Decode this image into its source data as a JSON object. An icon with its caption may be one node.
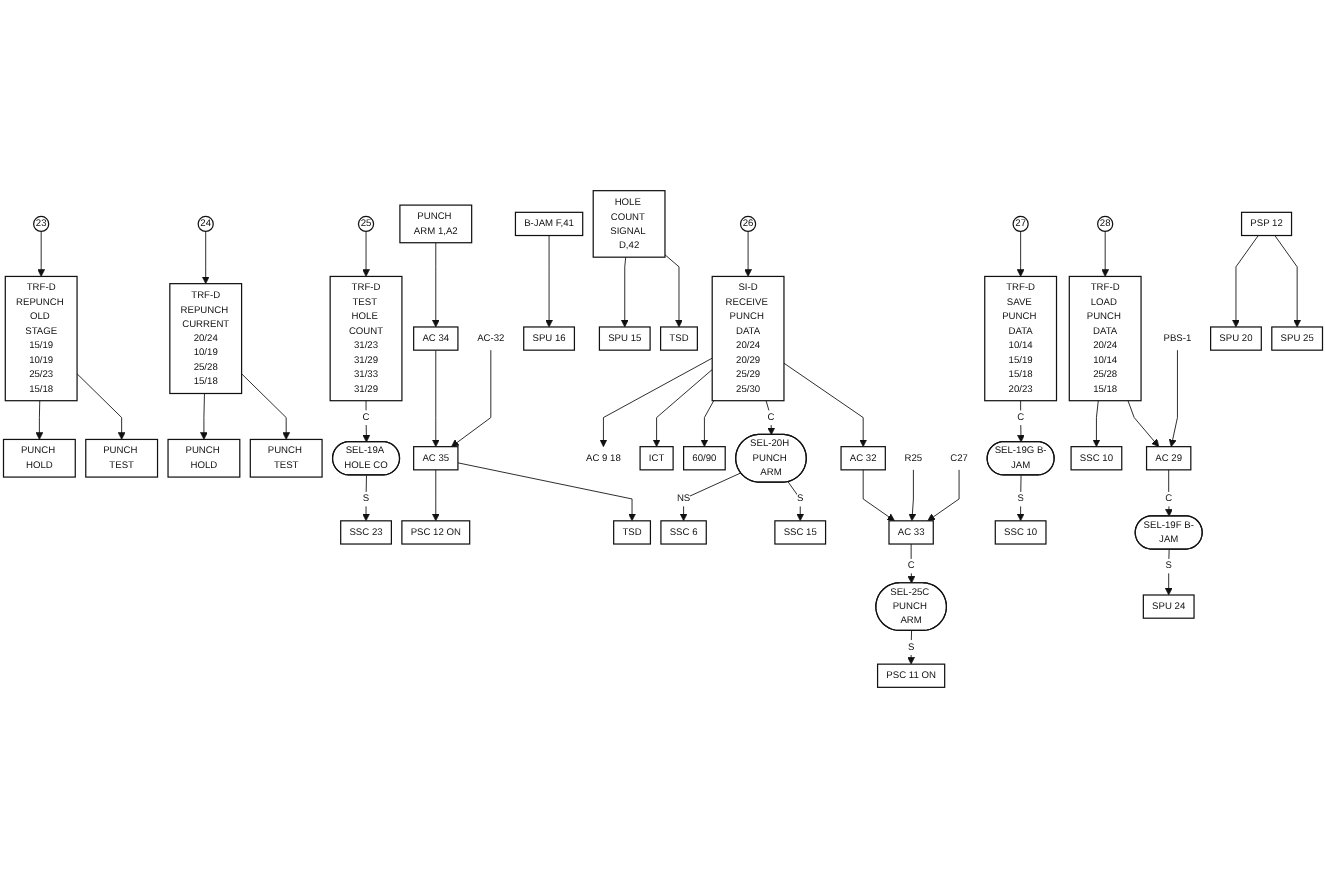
{
  "diagram": {
    "nodes": [
      {
        "text": [
          "23"
        ]
      },
      {
        "text": [
          "TRF-D",
          "REPUNCH OLD STAGE",
          "15/19",
          "10/19",
          "25/23",
          "15/18"
        ]
      },
      {
        "text": [
          "PUNCH HOLD"
        ]
      },
      {
        "text": [
          "PUNCH TEST"
        ]
      },
      {
        "text": [
          "24"
        ]
      },
      {
        "text": [
          "TRF-D",
          "REPUNCH CURRENT",
          "20/24",
          "10/19",
          "25/28",
          "15/18"
        ]
      },
      {
        "text": [
          "PUNCH HOLD"
        ]
      },
      {
        "text": [
          "PUNCH TEST"
        ]
      },
      {
        "text": [
          "25"
        ]
      },
      {
        "text": [
          "TRF-D",
          "TEST HOLE COUNT",
          "31/23",
          "31/29",
          "31/33",
          "31/29"
        ]
      },
      {
        "text": [
          "SEL-19A HOLE CO"
        ]
      },
      {
        "text": [
          "SSC 23"
        ]
      },
      {
        "text": [
          "PUNCH ARM 1,A2"
        ]
      },
      {
        "text": [
          "AC 34"
        ]
      },
      {
        "text": [
          "AC-32"
        ]
      },
      {
        "text": [
          "AC 35"
        ]
      },
      {
        "text": [
          "PSC 12 ON"
        ]
      },
      {
        "text": [
          "TSD"
        ]
      },
      {
        "text": [
          "B-JAM F,41"
        ]
      },
      {
        "text": [
          "SPU 16"
        ]
      },
      {
        "text": [
          "HOLE COUNT SIGNAL D,42"
        ]
      },
      {
        "text": [
          "SPU 15"
        ]
      },
      {
        "text": [
          "TSD"
        ]
      },
      {
        "text": [
          "26"
        ]
      },
      {
        "text": [
          "SI-D",
          "RECEIVE PUNCH DATA",
          "20/24",
          "20/29",
          "25/29",
          "25/30"
        ]
      },
      {
        "text": [
          "AC 9 18"
        ]
      },
      {
        "text": [
          "ICT"
        ]
      },
      {
        "text": [
          "60/90"
        ]
      },
      {
        "text": [
          "AC 32"
        ]
      },
      {
        "text": [
          "SEL-20H PUNCH ARM"
        ]
      },
      {
        "text": [
          "SSC 6"
        ]
      },
      {
        "text": [
          "SSC 15"
        ]
      },
      {
        "text": [
          "R25"
        ]
      },
      {
        "text": [
          "C27"
        ]
      },
      {
        "text": [
          "AC 33"
        ]
      },
      {
        "text": [
          "SEL-25C PUNCH ARM"
        ]
      },
      {
        "text": [
          "PSC 11 ON"
        ]
      },
      {
        "text": [
          "27"
        ]
      },
      {
        "text": [
          "TRF-D",
          "SAVE PUNCH DATA",
          "10/14",
          "15/19",
          "15/18",
          "20/23"
        ]
      },
      {
        "text": [
          "SEL-19G B-JAM"
        ]
      },
      {
        "text": [
          "SSC 10"
        ]
      },
      {
        "text": [
          "28"
        ]
      },
      {
        "text": [
          "TRF-D",
          "LOAD PUNCH DATA",
          "20/24",
          "10/14",
          "25/28",
          "15/18"
        ]
      },
      {
        "text": [
          "SSC 10"
        ]
      },
      {
        "text": [
          "PBS-1"
        ]
      },
      {
        "text": [
          "AC 29"
        ]
      },
      {
        "text": [
          "SEL-19F B-JAM"
        ]
      },
      {
        "text": [
          "SPU 24"
        ]
      },
      {
        "text": [
          "PSP 12"
        ]
      },
      {
        "text": [
          "SPU 20"
        ]
      },
      {
        "text": [
          "SPU 25"
        ]
      }
    ],
    "edges": [
      {
        "from": 0,
        "to": 1,
        "arrow": "to"
      },
      {
        "from": 1,
        "to": 2,
        "arrow": "to"
      },
      {
        "from": 1,
        "to": 3,
        "arrow": "to"
      },
      {
        "from": 4,
        "to": 5,
        "arrow": "to"
      },
      {
        "from": 5,
        "to": 6,
        "arrow": "to"
      },
      {
        "from": 5,
        "to": 7,
        "arrow": "to"
      },
      {
        "from": 8,
        "to": 9,
        "arrow": "to"
      },
      {
        "from": 9,
        "to": 10,
        "arrow": "to",
        "label": "C"
      },
      {
        "from": 10,
        "to": 11,
        "arrow": "to",
        "label": "S"
      },
      {
        "from": 12,
        "to": 13,
        "arrow": "to"
      },
      {
        "from": 13,
        "to": 15,
        "arrow": "to"
      },
      {
        "from": 14,
        "to": 15,
        "arrow": "to"
      },
      {
        "from": 15,
        "to": 16,
        "arrow": "to"
      },
      {
        "from": 15,
        "to": 17,
        "arrow": "to"
      },
      {
        "from": 18,
        "to": 19,
        "arrow": "to"
      },
      {
        "from": 20,
        "to": 21,
        "arrow": "to"
      },
      {
        "from": 20,
        "to": 22,
        "arrow": "to"
      },
      {
        "from": 23,
        "to": 24,
        "arrow": "to"
      },
      {
        "from": 24,
        "to": 25,
        "arrow": "to"
      },
      {
        "from": 24,
        "to": 26,
        "arrow": "to"
      },
      {
        "from": 24,
        "to": 27,
        "arrow": "to"
      },
      {
        "from": 24,
        "to": 28,
        "arrow": "to"
      },
      {
        "from": 24,
        "to": 29,
        "arrow": "to",
        "label": "C"
      },
      {
        "from": 29,
        "to": 30,
        "arrow": "to",
        "label": "NS"
      },
      {
        "from": 29,
        "to": 31,
        "arrow": "to",
        "label": "S"
      },
      {
        "from": 28,
        "to": 34,
        "arrow": "to"
      },
      {
        "from": 32,
        "to": 34,
        "arrow": "to"
      },
      {
        "from": 33,
        "to": 34,
        "arrow": "to"
      },
      {
        "from": 34,
        "to": 35,
        "arrow": "to",
        "label": "C"
      },
      {
        "from": 35,
        "to": 36,
        "arrow": "to",
        "label": "S"
      },
      {
        "from": 37,
        "to": 38,
        "arrow": "to"
      },
      {
        "from": 38,
        "to": 39,
        "arrow": "to",
        "label": "C"
      },
      {
        "from": 39,
        "to": 40,
        "arrow": "to",
        "label": "S"
      },
      {
        "from": 41,
        "to": 42,
        "arrow": "to"
      },
      {
        "from": 42,
        "to": 43,
        "arrow": "to"
      },
      {
        "from": 42,
        "to": 45,
        "arrow": "to"
      },
      {
        "from": 44,
        "to": 45,
        "arrow": "to"
      },
      {
        "from": 45,
        "to": 46,
        "arrow": "to",
        "label": "C"
      },
      {
        "from": 46,
        "to": 47,
        "arrow": "to",
        "label": "S"
      },
      {
        "from": 48,
        "to": 49,
        "arrow": "to"
      },
      {
        "from": 48,
        "to": 50,
        "arrow": "to"
      }
    ]
  }
}
